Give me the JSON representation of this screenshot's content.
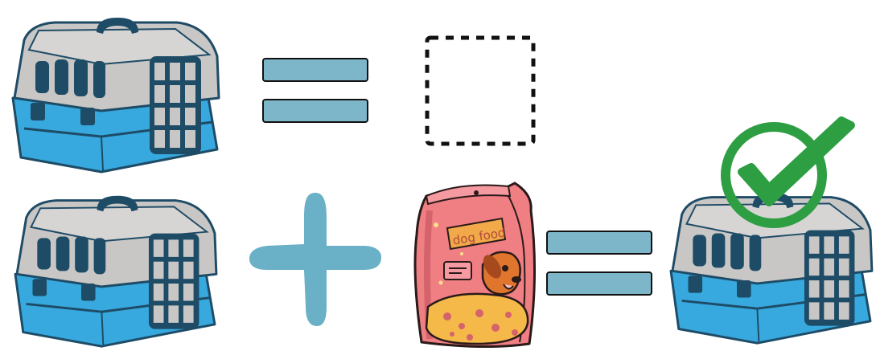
{
  "equation_row_1": {
    "left_item": "pet-carrier",
    "operator": "equals",
    "result": "empty-box"
  },
  "equation_row_2": {
    "left_item": "pet-carrier",
    "operator_1": "plus",
    "middle_item": "dog-food-bag",
    "operator_2": "equals",
    "result": "pet-carrier",
    "result_mark": "checkmark-icon"
  },
  "food_bag": {
    "label": "dog food"
  },
  "colors": {
    "carrier_top": "#c8c7c5",
    "carrier_base": "#37a9de",
    "carrier_dark": "#1e4b66",
    "equals_fill": "#7eb6c9",
    "plus_fill": "#6ab0c6",
    "bag_pink": "#f07f84",
    "bag_label": "#f2a94a",
    "check_green": "#2e9e43"
  }
}
